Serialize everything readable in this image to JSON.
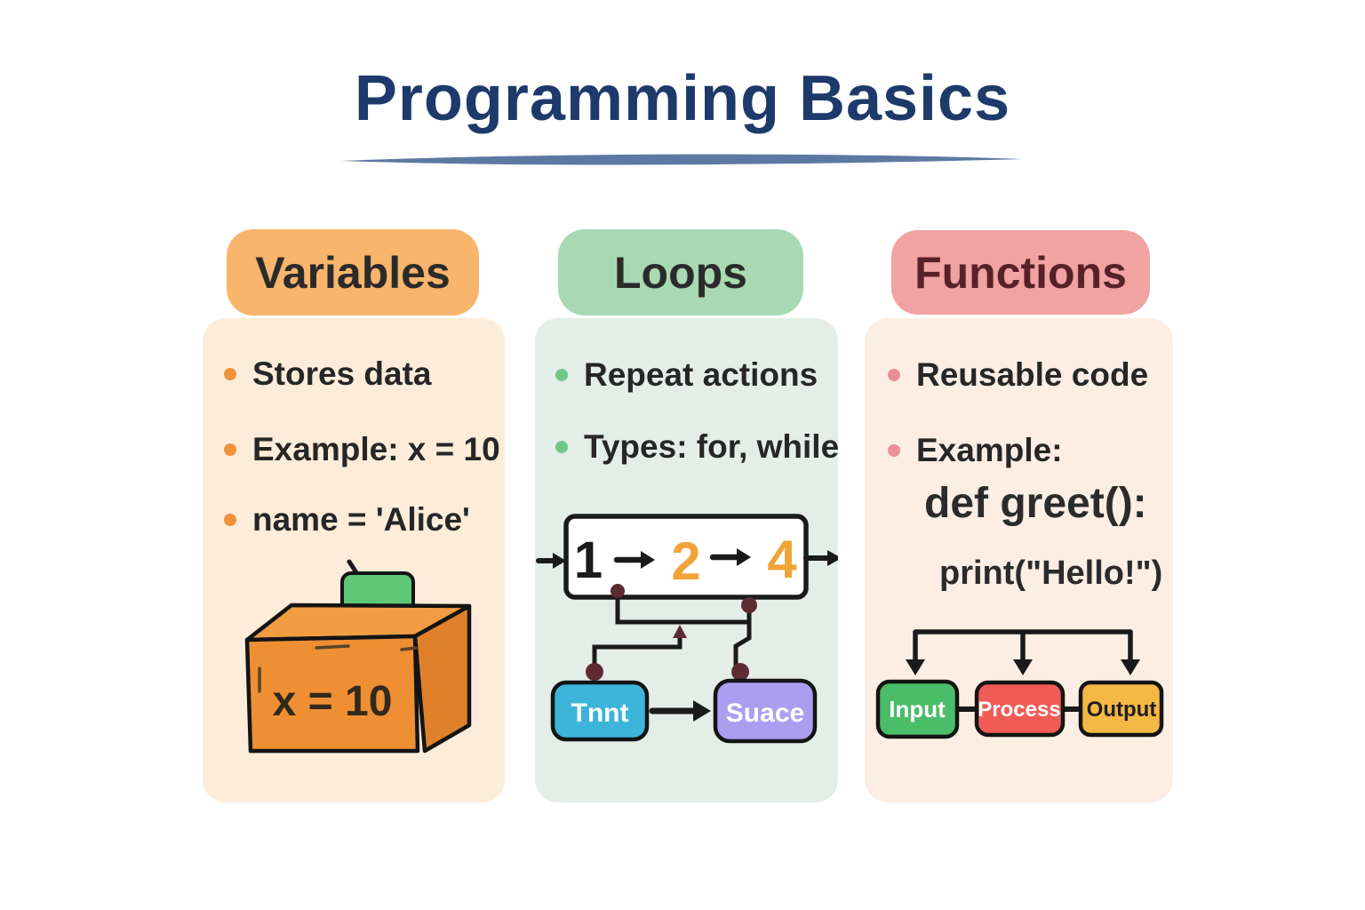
{
  "title": "Programming Basics",
  "columns": [
    {
      "header": "Variables",
      "bullets": [
        "Stores data",
        "Example: x = 10",
        "name = 'Alice'"
      ],
      "illustration": {
        "box_text": "x = 10"
      }
    },
    {
      "header": "Loops",
      "bullets": [
        "Repeat actions",
        "Types: for, while"
      ],
      "diagram": {
        "sequence": [
          "1",
          "2",
          "4"
        ],
        "flow_boxes": [
          "Tnnt",
          "Suace"
        ]
      }
    },
    {
      "header": "Functions",
      "bullets": [
        "Reusable code",
        "Example:"
      ],
      "code": [
        "def greet():",
        "print(\"Hello!\")"
      ],
      "flow": [
        "Input",
        "Process",
        "Output"
      ]
    }
  ],
  "colors": {
    "title_navy": "#1e3a6b",
    "underline_blue": "#5d79a3",
    "variables_badge": "#f8b56b",
    "variables_panel": "#fcecd9",
    "variables_bullet_dot": "#f0913c",
    "loops_badge": "#a9d9b2",
    "loops_panel": "#e4eee8",
    "loops_bullet_dot": "#6ec687",
    "functions_badge": "#f1a2a2",
    "functions_panel": "#fceee4",
    "functions_bullet_dot": "#ea8f97",
    "storage_box_orange": "#ee8f33",
    "tag_green": "#5ec878",
    "sequence_number_orange": "#f0a438",
    "tnnt_box_blue": "#3db4da",
    "suace_box_purple": "#ab9ef0",
    "input_box_green": "#4bbd68",
    "process_box_red": "#f15b55",
    "output_box_yellow": "#f6b844",
    "connector_dot_maroon": "#5e2b33"
  }
}
